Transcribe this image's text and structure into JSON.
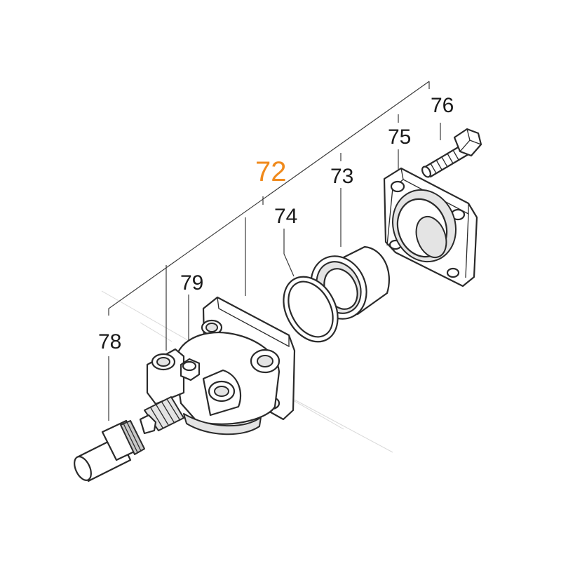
{
  "diagram": {
    "assembly_callout": "72",
    "accent_color": "#f08a1c",
    "parts": [
      {
        "id": "part-73",
        "label": "73"
      },
      {
        "id": "part-74",
        "label": "74"
      },
      {
        "id": "part-75",
        "label": "75"
      },
      {
        "id": "part-76",
        "label": "76"
      },
      {
        "id": "part-78",
        "label": "78"
      },
      {
        "id": "part-79",
        "label": "79"
      }
    ]
  }
}
